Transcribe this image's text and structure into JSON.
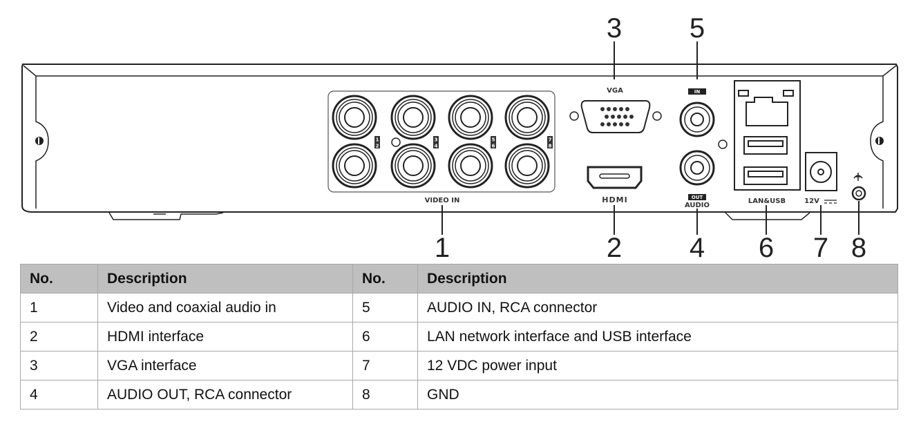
{
  "diagram": {
    "title": "DVR rear panel",
    "callouts": [
      "1",
      "2",
      "3",
      "4",
      "5",
      "6",
      "7",
      "8"
    ],
    "panel_labels": {
      "video_in": "VIDEO IN",
      "vga": "VGA",
      "hdmi": "HDMI",
      "audio_in_tag": "IN",
      "audio_out_tag": "OUT",
      "audio": "AUDIO",
      "lan_usb": "LAN&USB",
      "power": "12V",
      "channel_numbers": [
        "1",
        "2",
        "3",
        "4",
        "5",
        "6",
        "7",
        "8"
      ]
    },
    "icons": [
      "bnc-connector-icon",
      "vga-port-icon",
      "hdmi-port-icon",
      "rca-jack-icon",
      "rj45-port-icon",
      "usb-port-icon",
      "dc-power-jack-icon",
      "ground-terminal-icon",
      "screw-icon"
    ]
  },
  "table": {
    "headers": [
      "No.",
      "Description",
      "No.",
      "Description"
    ],
    "rows": [
      {
        "no_a": "1",
        "desc_a": "Video and coaxial audio in",
        "no_b": "5",
        "desc_b": "AUDIO IN, RCA connector"
      },
      {
        "no_a": "2",
        "desc_a": "HDMI interface",
        "no_b": "6",
        "desc_b": "LAN network interface and USB interface"
      },
      {
        "no_a": "3",
        "desc_a": "VGA interface",
        "no_b": "7",
        "desc_b": "12 VDC power input"
      },
      {
        "no_a": "4",
        "desc_a": "AUDIO OUT, RCA connector",
        "no_b": "8",
        "desc_b": "GND"
      }
    ]
  },
  "colors": {
    "header_bg": "#bfbfbf",
    "border": "#a8a8a8",
    "ink": "#222222"
  }
}
